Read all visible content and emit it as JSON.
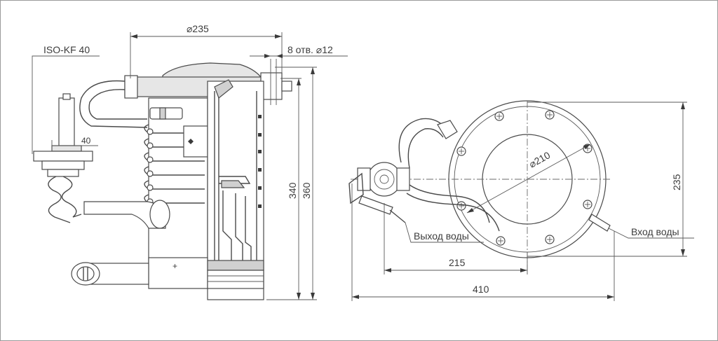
{
  "labels": {
    "flange_type": "ISO-KF 40",
    "flange_width": "40",
    "outer_diameter": "⌀235",
    "holes": "8 отв. ⌀12",
    "height_inner": "340",
    "height_total": "360",
    "bolt_circle": "⌀210",
    "plan_height": "235",
    "water_offset": "215",
    "total_width": "410",
    "water_out": "Выход воды",
    "water_in": "Вход воды",
    "plus_mark": "+"
  },
  "colors": {
    "line": "#4a4a4a",
    "fill_light": "#e6e6e6",
    "fill_section": "#d0d0d0",
    "background": "#ffffff",
    "border": "#9a9a9a"
  }
}
